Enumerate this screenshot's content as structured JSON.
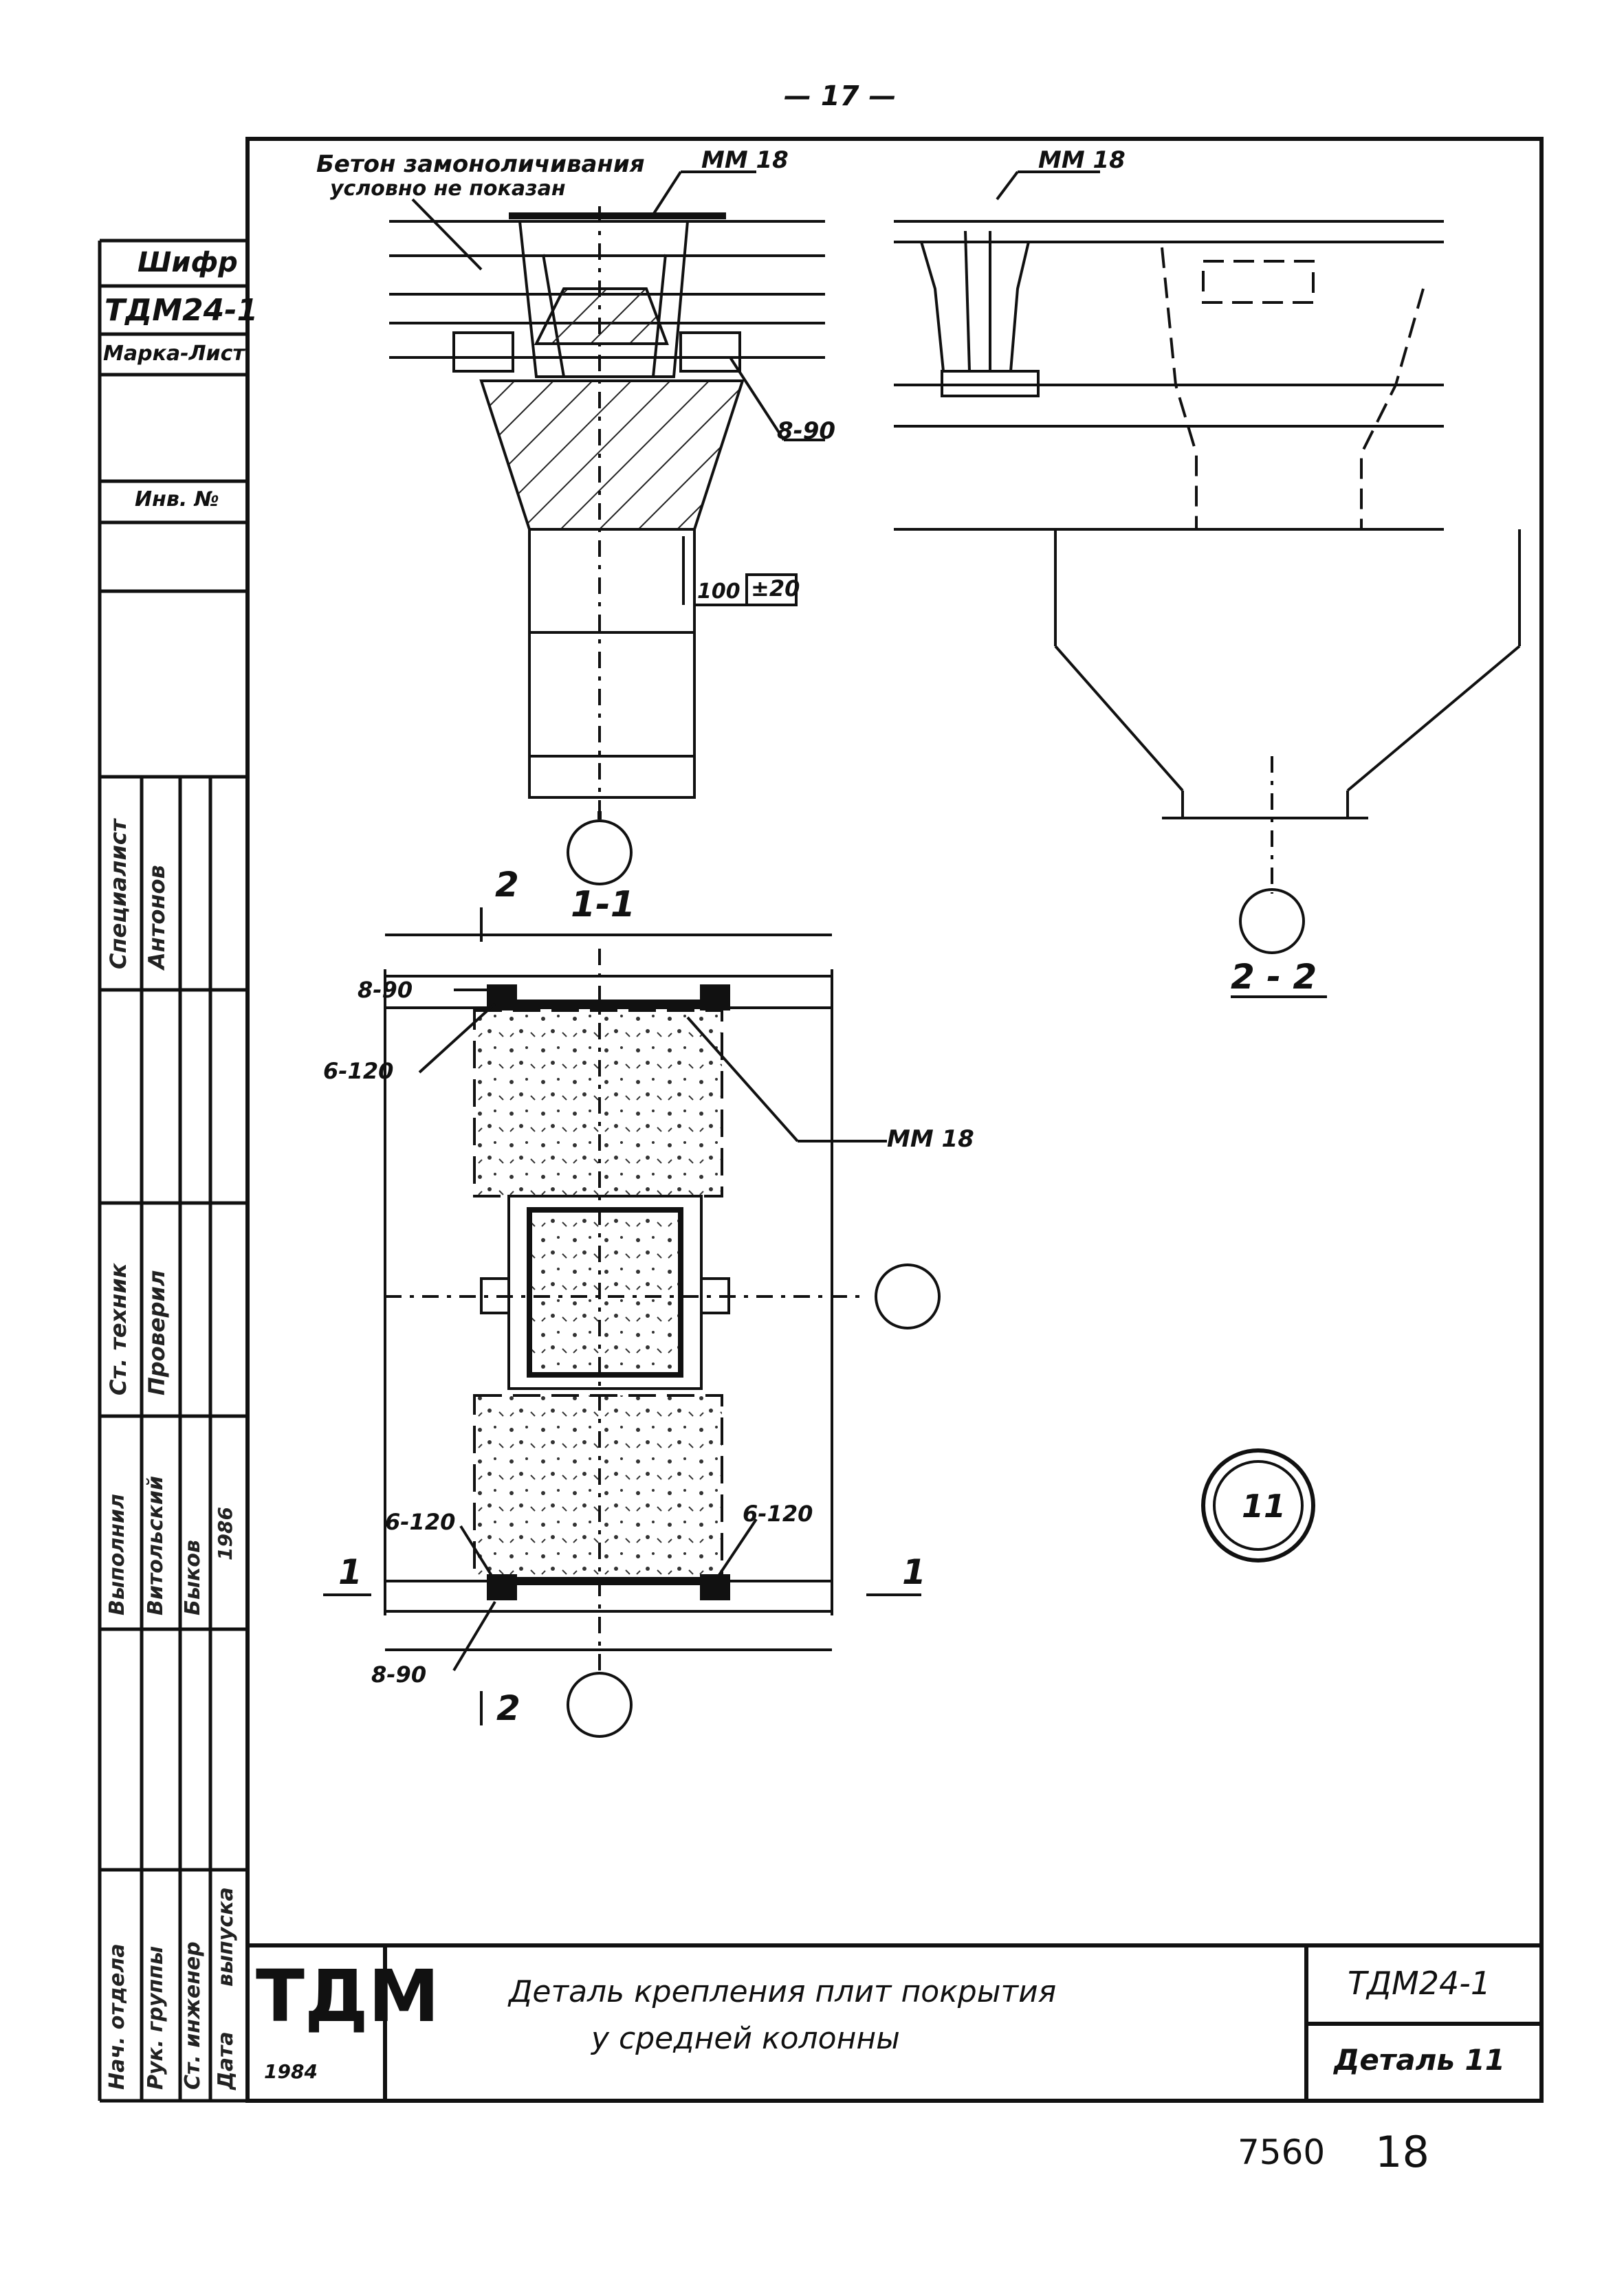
{
  "page_number": "— 17 —",
  "sheet_stamp": {
    "archive_no": "7560",
    "sheet_no": "18"
  },
  "side_stamp": {
    "cipher_label": "Шифр",
    "cipher_value": "ТДМ24-1",
    "mark_sheet_label": "Марка-Лист",
    "inventory_label": "Инв. №",
    "roles": [
      "Нач. отдела",
      "Рук. группы",
      "Ст. инженер",
      "Выполнил",
      "Ст. техник",
      "Проверил",
      "Специалист"
    ],
    "names": [
      "Антонов",
      "Витольский",
      "Быков"
    ],
    "year_note": "1986",
    "date_label": "Дата",
    "release_label": "выпуска"
  },
  "detail_a": {
    "note_line1": "Бетон замоноличивания",
    "note_line2": "условно не показан",
    "mm18": "ММ 18",
    "weld": "8-90",
    "dim100": "100",
    "dim20": "±20"
  },
  "detail_b": {
    "mm18": "ММ 18",
    "section_label": "2 - 2"
  },
  "plan": {
    "section_label": "1-1",
    "cut_mark": "2",
    "cut_mark_side": "1",
    "weld_8_90": "8-90",
    "weld_6_120": "6-120",
    "mm18": "ММ 18"
  },
  "detail_number": "11",
  "title_block": {
    "logo": "ТДМ",
    "year": "1984",
    "title_line1": "Деталь крепления плит покрытия",
    "title_line2": "у средней колонны",
    "code": "ТДМ24-1",
    "detail": "Деталь 11"
  }
}
